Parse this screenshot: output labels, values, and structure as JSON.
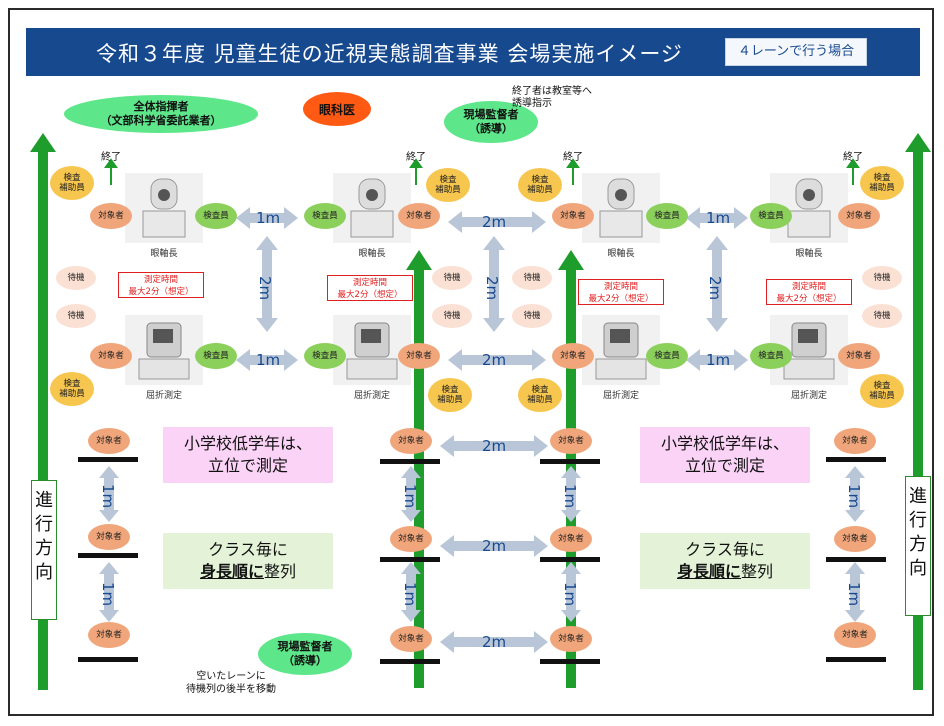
{
  "banner": {
    "title": "令和３年度  児童生徒の近視実態調査事業    会場実施イメージ",
    "subtitle": "４レーンで行う場合"
  },
  "roles": {
    "general_director": "全体指揮者\n（文部科学省委託業者）",
    "ophthalmologist": "眼科医",
    "site_supervisor": "現場監督者\n（誘導）"
  },
  "notes": {
    "finished_to_classroom": "終了者は教室等へ\n誘導指示",
    "empty_lane": "空いたレーンに\n待機列の後半を移動"
  },
  "labels": {
    "done": "終了",
    "subject": "対象者",
    "examiner": "検査員",
    "assistant": "検査\n補助員",
    "waiting": "待機",
    "axial_length": "眼軸長",
    "refraction": "屈折測定",
    "measure_time": "測定時間\n最大2分（想定）",
    "direction": "進行方向"
  },
  "distances": {
    "one_m": "1m",
    "two_m": "2m"
  },
  "info_boxes": {
    "lower_grades": "小学校低学年は、\n立位で測定",
    "line_up_pre": "クラス毎に",
    "line_up_bold": "身長順に",
    "line_up_post": "整列"
  },
  "colors": {
    "banner": "#17498f",
    "green_role": "#5ee68a",
    "subject": "#f0a67a",
    "examiner": "#8cd05c",
    "assistant": "#f7c64f",
    "waiting": "#fbe0d4",
    "arrow_green": "#1e9c2c",
    "arrow_gray": "#b9c6d8",
    "alert_red": "#e02020",
    "er_orange": "#ff5a14"
  }
}
